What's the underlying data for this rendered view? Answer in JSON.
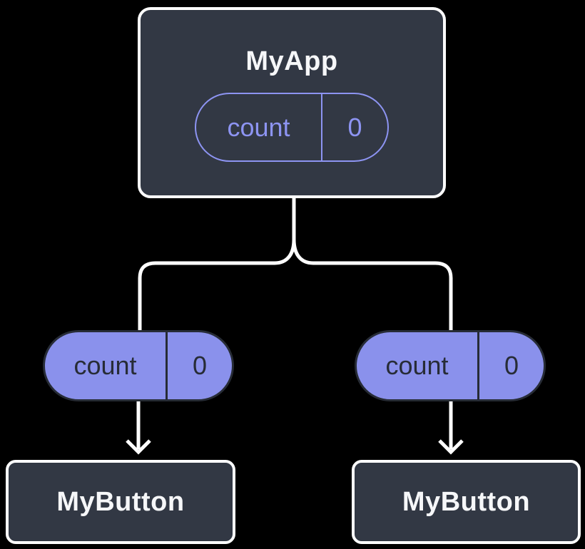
{
  "diagram": {
    "colors": {
      "background": "#000000",
      "node_fill": "#323844",
      "node_border": "#FFFFFF",
      "node_text": "#F6F7F9",
      "purple_fill": "#8A91EC",
      "purple_line": "#8D94F2",
      "dark_accent": "#272C36",
      "line": "#FFFFFF"
    },
    "root": {
      "title": "MyApp",
      "state": {
        "label": "count",
        "value": "0"
      }
    },
    "children": [
      {
        "title": "MyButton",
        "prop": {
          "label": "count",
          "value": "0"
        }
      },
      {
        "title": "MyButton",
        "prop": {
          "label": "count",
          "value": "0"
        }
      }
    ]
  }
}
